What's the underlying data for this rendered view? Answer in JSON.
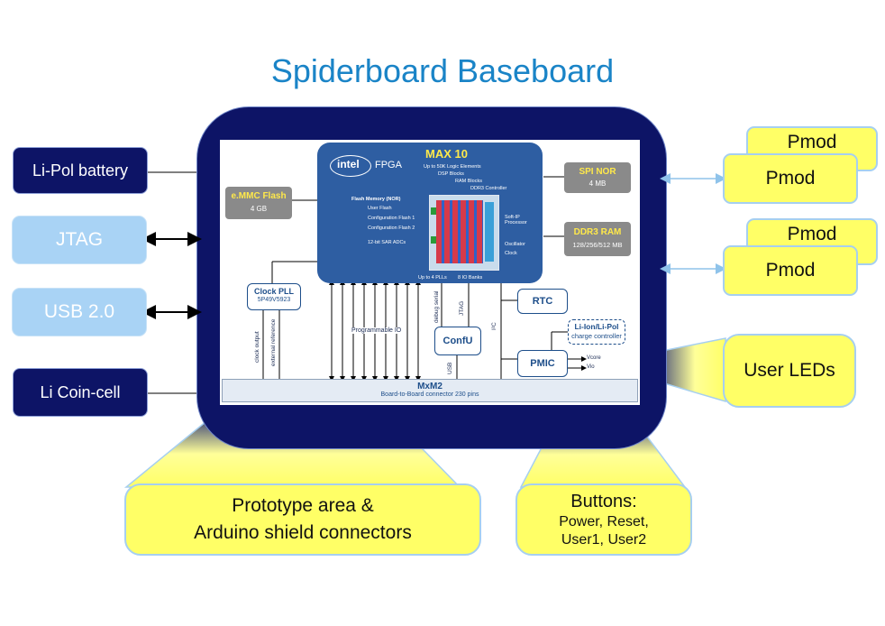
{
  "title": "Spiderboard Baseboard",
  "left_interfaces": [
    {
      "label": "Li-Pol battery"
    },
    {
      "label": "JTAG"
    },
    {
      "label": "USB 2.0"
    },
    {
      "label": "Li Coin-cell"
    }
  ],
  "pmods": [
    "Pmod",
    "Pmod",
    "Pmod",
    "Pmod"
  ],
  "callouts": {
    "user_leds": "User LEDs",
    "prototype_line1": "Prototype area &",
    "prototype_line2": "Arduino shield connectors",
    "buttons_title": "Buttons:",
    "buttons_line1": "Power, Reset,",
    "buttons_line2": "User1, User2"
  },
  "board": {
    "fpga": {
      "brand": "intel",
      "family": "FPGA",
      "name": "MAX 10",
      "features": [
        "Up to 50K Logic Elements",
        "DSP Blocks",
        "RAM Blocks",
        "DDR3 Controller"
      ],
      "flash_title": "Flash Memory (NOR)",
      "flash_items": [
        "User Flash",
        "Configuration Flash 1",
        "Configuration Flash 2",
        "12-bit SAR ADCs"
      ],
      "right_items": [
        "Soft-IP Processor",
        "Oscillator",
        "Clock"
      ],
      "bottom_left": "Up to 4 PLLs",
      "bottom_right": "8 IO Banks"
    },
    "emmc": {
      "title": "e.MMC Flash",
      "size": "4 GB"
    },
    "spi_nor": {
      "title": "SPI NOR",
      "size": "4 MB"
    },
    "ddr3": {
      "title": "DDR3 RAM",
      "size": "128/256/512 MB"
    },
    "clock_pll": {
      "title": "Clock PLL",
      "part": "5P49V5923"
    },
    "rtc": "RTC",
    "confu": "ConfU",
    "pmic": "PMIC",
    "charger": {
      "title": "Li-Ion/Li-Pol",
      "subtitle": "charge controller"
    },
    "mxm2": {
      "title": "MxM2",
      "subtitle": "Board-to-Board connector 230 pins"
    },
    "labels": {
      "programmable_io": "Programmable IO",
      "debug_serial": "debug serial",
      "jtag": "JTAG",
      "i2c": "I²C",
      "usb": "USB",
      "clock_output": "clock output",
      "external_reference": "external reference",
      "vcore": "Vcore",
      "vio": "Vio"
    }
  },
  "colors": {
    "board_frame": "#0d1466",
    "fpga_block": "#2e5ea2",
    "title": "#1a84c7",
    "callout_fill": "#ffff66"
  }
}
